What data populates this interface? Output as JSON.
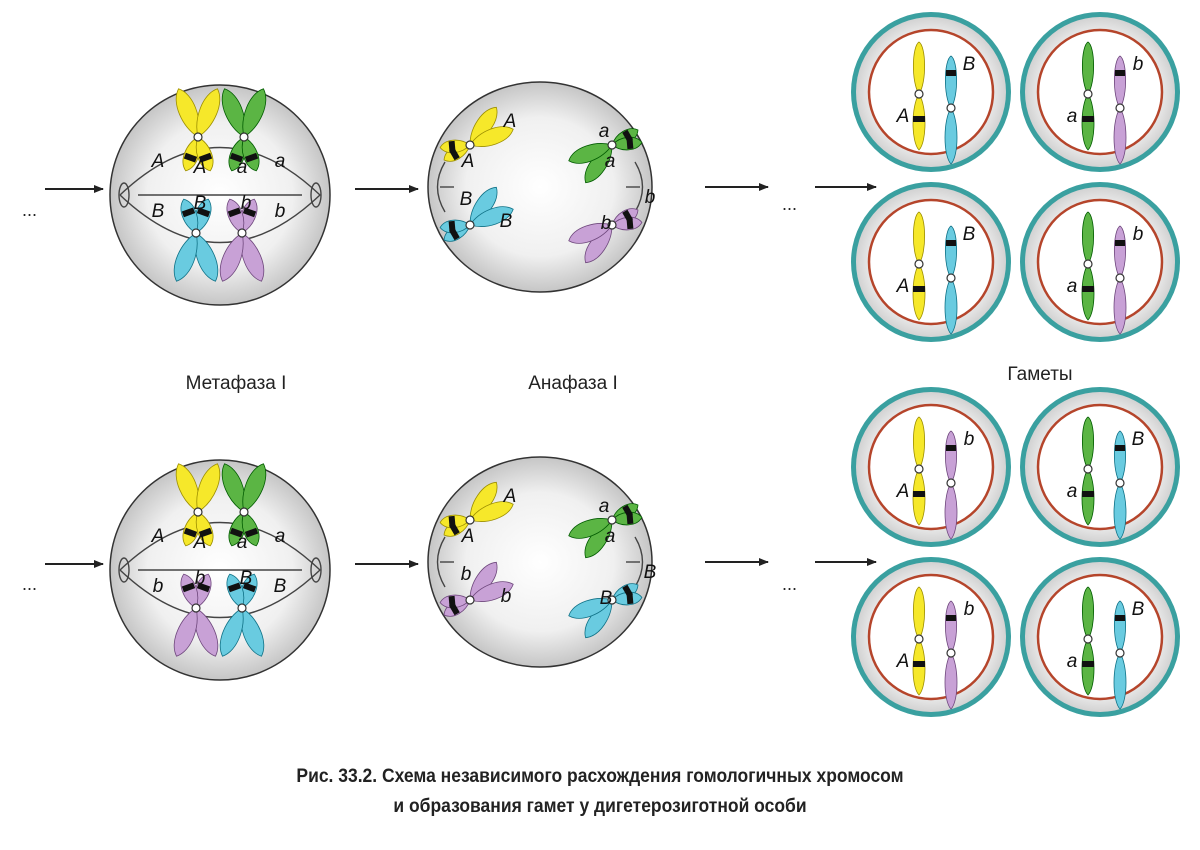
{
  "labels": {
    "metaphase": "Метафаза I",
    "anaphase": "Анафаза I",
    "gametes": "Гаметы",
    "ellipsis": "..."
  },
  "caption": {
    "line1": "Рис. 33.2. Схема независимого расхождения гомологичных хромосом",
    "line2": "и образования гамет у дигетерозиготной особи"
  },
  "colors": {
    "yellow": "#f6e82a",
    "green": "#5bb544",
    "blue": "#69cbe0",
    "purple": "#c8a1d6",
    "cell_outer": "#3aa0a0",
    "nucleus": "#b5452b"
  },
  "rows": [
    {
      "metaphase_top": [
        {
          "gene": "A",
          "color": "yellow"
        },
        {
          "gene": "A",
          "color": "yellow"
        },
        {
          "gene": "a",
          "color": "green"
        },
        {
          "gene": "a",
          "color": "green"
        }
      ],
      "metaphase_bottom": [
        {
          "gene": "B",
          "color": "blue"
        },
        {
          "gene": "B",
          "color": "blue"
        },
        {
          "gene": "b",
          "color": "purple"
        },
        {
          "gene": "b",
          "color": "purple"
        }
      ],
      "anaphase_left": [
        {
          "gene": "A",
          "color": "yellow"
        },
        {
          "gene": "A",
          "color": "yellow"
        },
        {
          "gene": "B",
          "color": "blue"
        },
        {
          "gene": "B",
          "color": "blue"
        }
      ],
      "anaphase_right": [
        {
          "gene": "a",
          "color": "green"
        },
        {
          "gene": "a",
          "color": "green"
        },
        {
          "gene": "b",
          "color": "purple"
        },
        {
          "gene": "b",
          "color": "purple"
        }
      ],
      "gametes": [
        {
          "chromosomes": [
            {
              "gene": "A",
              "color": "yellow"
            },
            {
              "gene": "B",
              "color": "blue"
            }
          ]
        },
        {
          "chromosomes": [
            {
              "gene": "a",
              "color": "green"
            },
            {
              "gene": "b",
              "color": "purple"
            }
          ]
        },
        {
          "chromosomes": [
            {
              "gene": "A",
              "color": "yellow"
            },
            {
              "gene": "B",
              "color": "blue"
            }
          ]
        },
        {
          "chromosomes": [
            {
              "gene": "a",
              "color": "green"
            },
            {
              "gene": "b",
              "color": "purple"
            }
          ]
        }
      ]
    },
    {
      "metaphase_top": [
        {
          "gene": "A",
          "color": "yellow"
        },
        {
          "gene": "A",
          "color": "yellow"
        },
        {
          "gene": "a",
          "color": "green"
        },
        {
          "gene": "a",
          "color": "green"
        }
      ],
      "metaphase_bottom": [
        {
          "gene": "b",
          "color": "purple"
        },
        {
          "gene": "b",
          "color": "purple"
        },
        {
          "gene": "B",
          "color": "blue"
        },
        {
          "gene": "B",
          "color": "blue"
        }
      ],
      "anaphase_left": [
        {
          "gene": "A",
          "color": "yellow"
        },
        {
          "gene": "A",
          "color": "yellow"
        },
        {
          "gene": "b",
          "color": "purple"
        },
        {
          "gene": "b",
          "color": "purple"
        }
      ],
      "anaphase_right": [
        {
          "gene": "a",
          "color": "green"
        },
        {
          "gene": "a",
          "color": "green"
        },
        {
          "gene": "B",
          "color": "blue"
        },
        {
          "gene": "B",
          "color": "blue"
        }
      ],
      "gametes": [
        {
          "chromosomes": [
            {
              "gene": "A",
              "color": "yellow"
            },
            {
              "gene": "b",
              "color": "purple"
            }
          ]
        },
        {
          "chromosomes": [
            {
              "gene": "a",
              "color": "green"
            },
            {
              "gene": "B",
              "color": "blue"
            }
          ]
        },
        {
          "chromosomes": [
            {
              "gene": "A",
              "color": "yellow"
            },
            {
              "gene": "b",
              "color": "purple"
            }
          ]
        },
        {
          "chromosomes": [
            {
              "gene": "a",
              "color": "green"
            },
            {
              "gene": "B",
              "color": "blue"
            }
          ]
        }
      ]
    }
  ]
}
